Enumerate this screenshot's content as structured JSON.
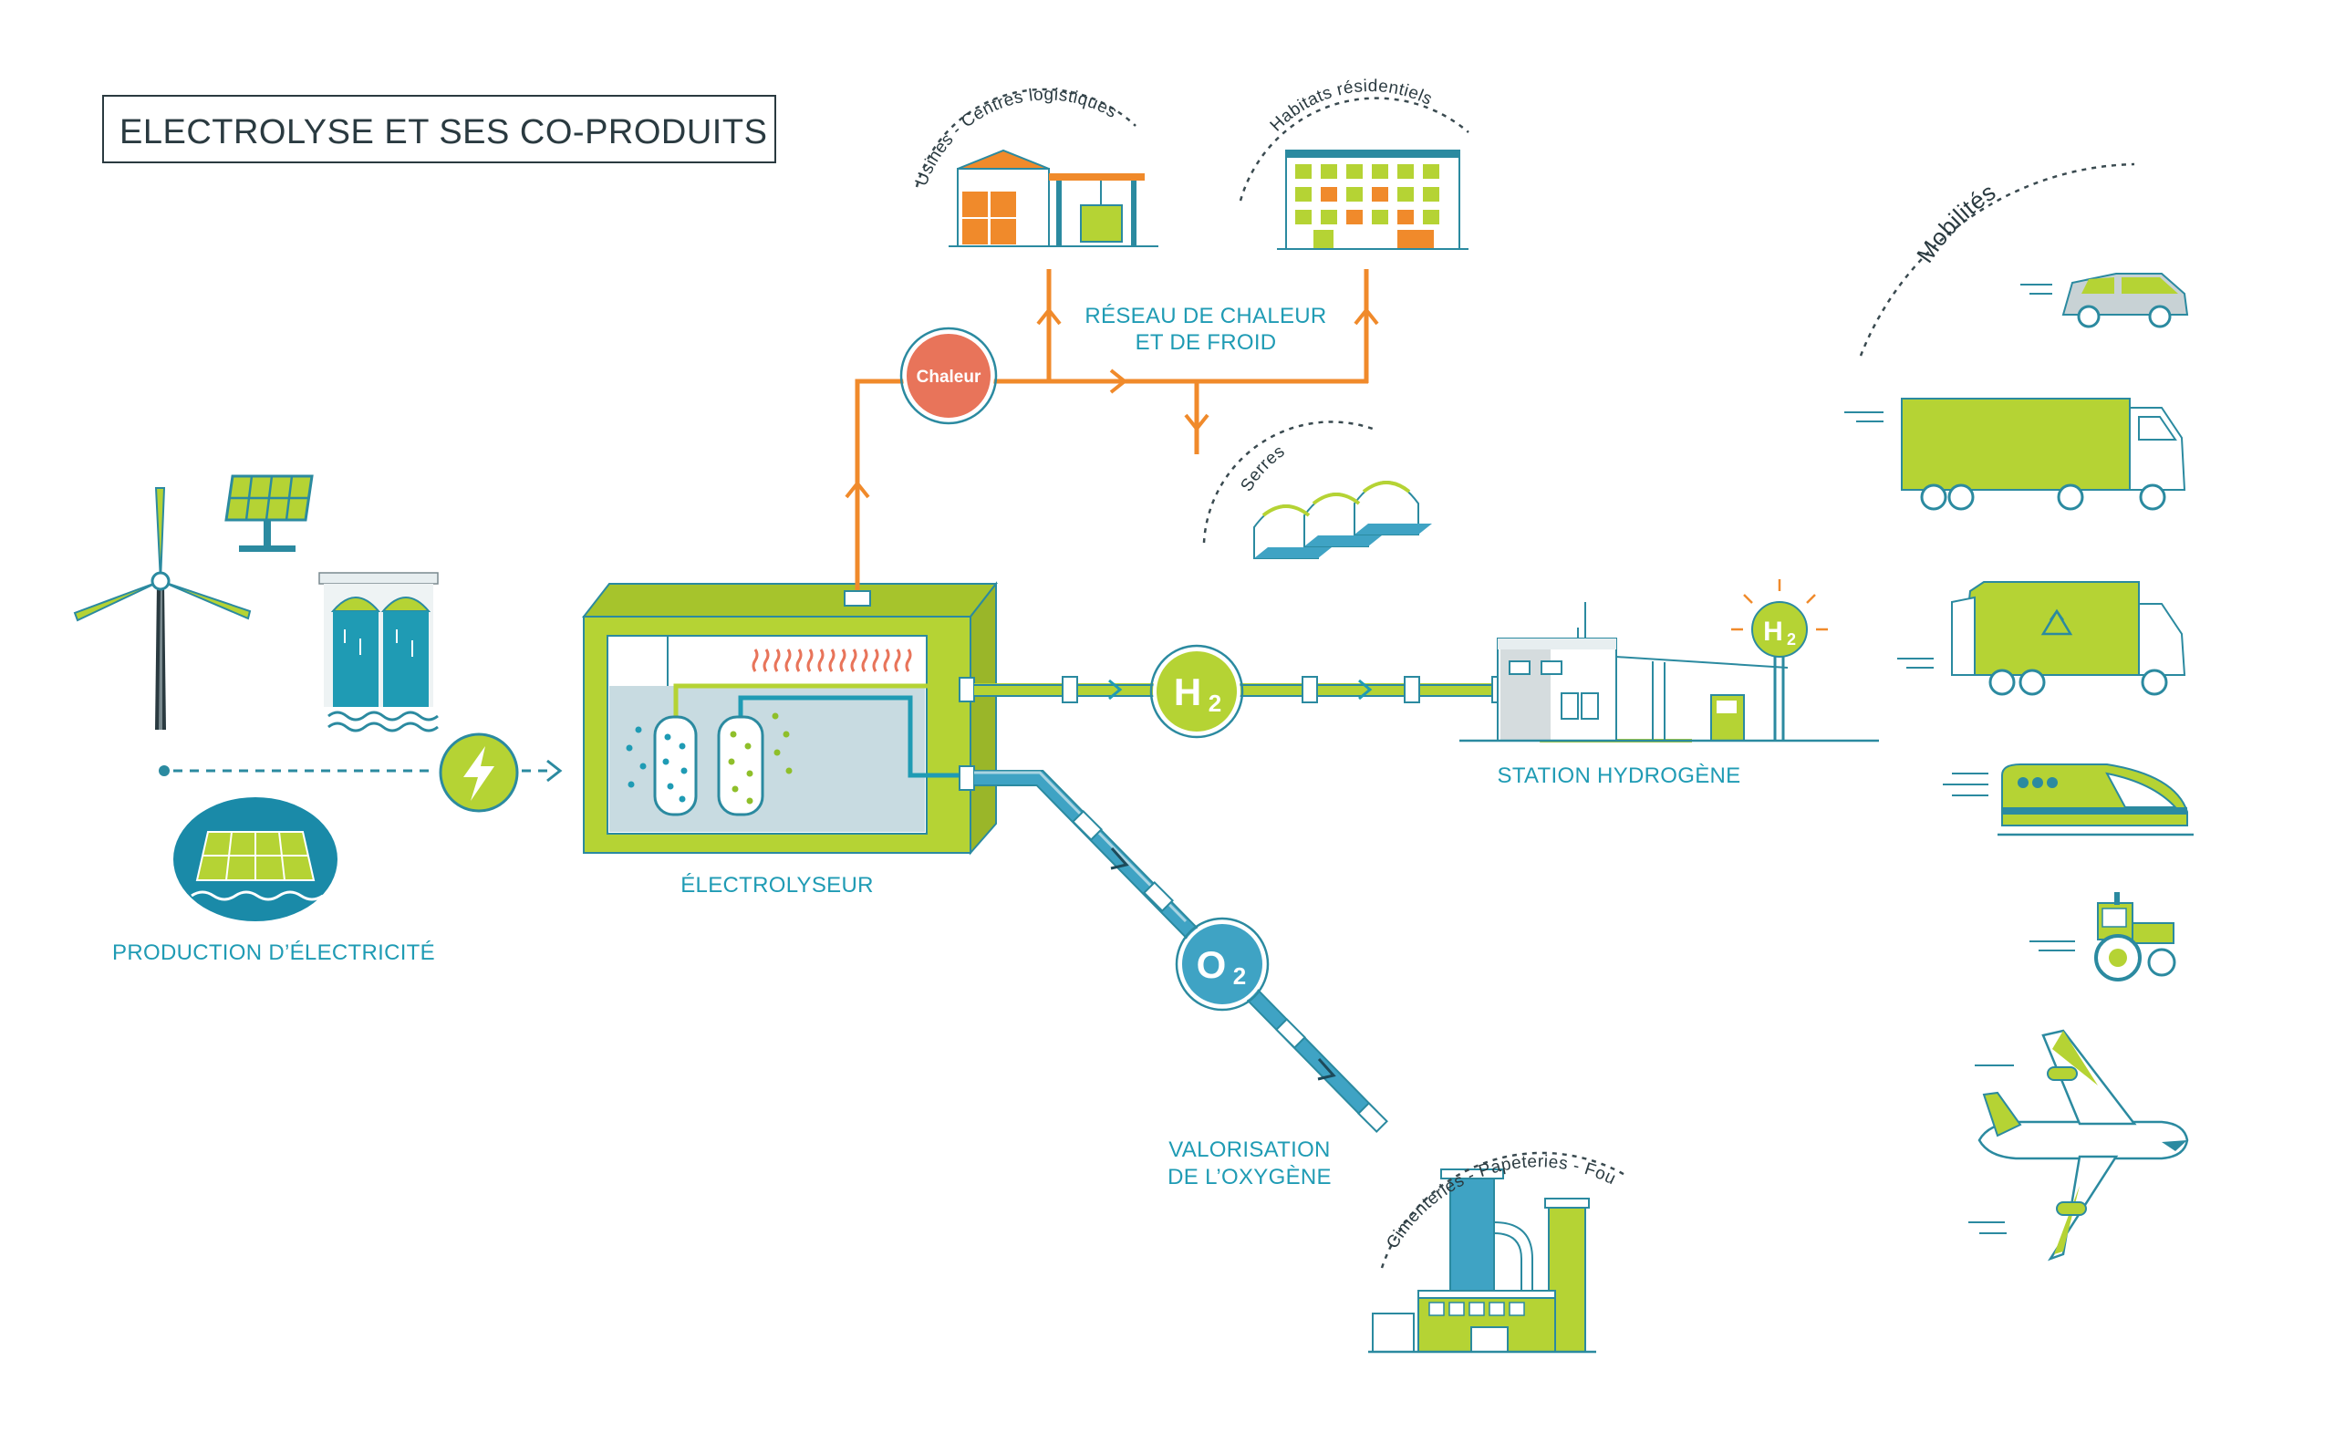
{
  "title": "ELECTROLYSE ET SES CO-PRODUITS",
  "labels": {
    "production": "PRODUCTION D’ÉLECTRICITÉ",
    "electrolyseur": "ÉLECTROLYSEUR",
    "reseau_line1": "RÉSEAU DE CHALEUR",
    "reseau_line2": "ET DE FROID",
    "station": "STATION HYDROGÈNE",
    "oxygene_line1": "VALORISATION",
    "oxygene_line2": "DE L’OXYGÈNE"
  },
  "nodes": {
    "chaleur": "Chaleur",
    "h2": "H",
    "h2_sub": "2",
    "o2": "O",
    "o2_sub": "2",
    "station_sign": "H",
    "station_sign_sub": "2"
  },
  "arc_labels": {
    "usines": "Usines - Centres logistiques",
    "habitats": "Habitats résidentiels",
    "serres": "Serres",
    "mobilites": "Mobilités",
    "industrie": "Cimenteries - Papeteries - Fours à chaux"
  },
  "colors": {
    "green": "#b5d334",
    "orange": "#f08a2b",
    "chaleur": "#e8745a",
    "teal": "#1f9bb4",
    "blue": "#3fa3c4",
    "dark": "#2a3a40"
  },
  "icons": [
    "wind-turbine-icon",
    "solar-panel-icon",
    "hydro-dam-icon",
    "floating-solar-icon",
    "lightning-icon",
    "factory-warehouse-icon",
    "residential-building-icon",
    "greenhouse-icon",
    "station-building-icon",
    "car-icon",
    "truck-icon",
    "garbage-truck-icon",
    "recycle-icon",
    "train-icon",
    "tractor-icon",
    "airplane-icon",
    "cement-plant-icon"
  ]
}
